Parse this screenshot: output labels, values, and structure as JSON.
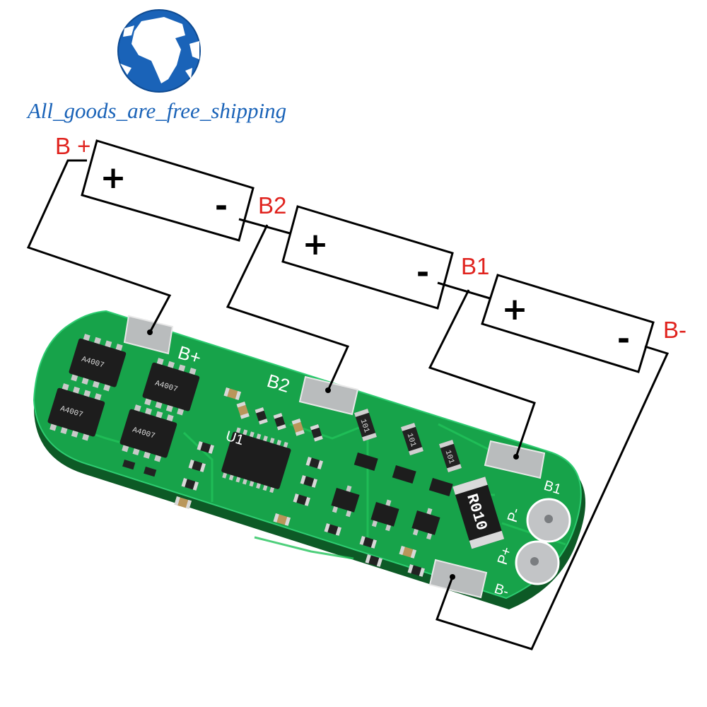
{
  "watermark": {
    "text": "All_goods_are_free_shipping",
    "icon": "globe-icon",
    "color": "#1a63b8"
  },
  "batteries": [
    {
      "plus": "+",
      "minus": "-"
    },
    {
      "plus": "+",
      "minus": "-"
    },
    {
      "plus": "+",
      "minus": "-"
    }
  ],
  "node_labels": {
    "b_plus": "B +",
    "b2": "B2",
    "b1": "B1",
    "b_minus": "B-"
  },
  "board": {
    "silk_b_plus": "B+",
    "silk_b2": "B2",
    "silk_b1": "B1",
    "silk_b_minus": "B-",
    "silk_p_minus": "P-",
    "silk_p_plus": "P+",
    "silk_u1": "U1",
    "sense_resistor": "R010",
    "resistor_code": "101",
    "pcb_color": "#17a34a",
    "label_color": "#e0231e"
  }
}
